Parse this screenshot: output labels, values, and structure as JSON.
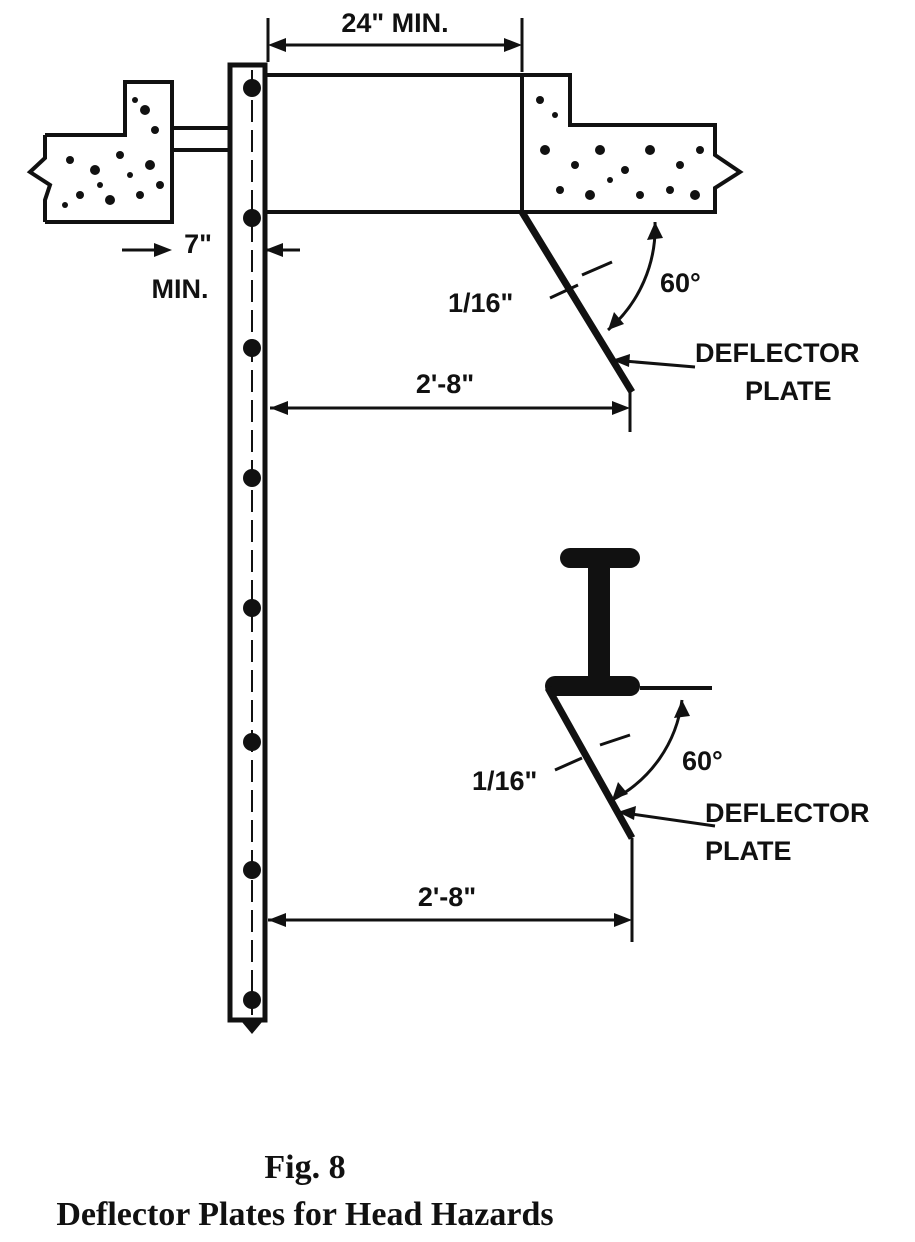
{
  "labels": {
    "top_opening": "24\" MIN.",
    "ladder_clearance_value": "7\"",
    "ladder_clearance_unit": "MIN.",
    "plate_thickness_upper": "1/16\"",
    "plate_angle_upper": "60°",
    "deflector_upper_line1": "DEFLECTOR",
    "deflector_upper_line2": "PLATE",
    "projection_upper": "2'-8\"",
    "plate_thickness_lower": "1/16\"",
    "plate_angle_lower": "60°",
    "deflector_lower_line1": "DEFLECTOR",
    "deflector_lower_line2": "PLATE",
    "projection_lower": "2'-8\""
  },
  "caption": {
    "figure_number": "Fig. 8",
    "title": "Deflector Plates for Head Hazards"
  },
  "colors": {
    "ink": "#111111",
    "paper": "#ffffff"
  }
}
